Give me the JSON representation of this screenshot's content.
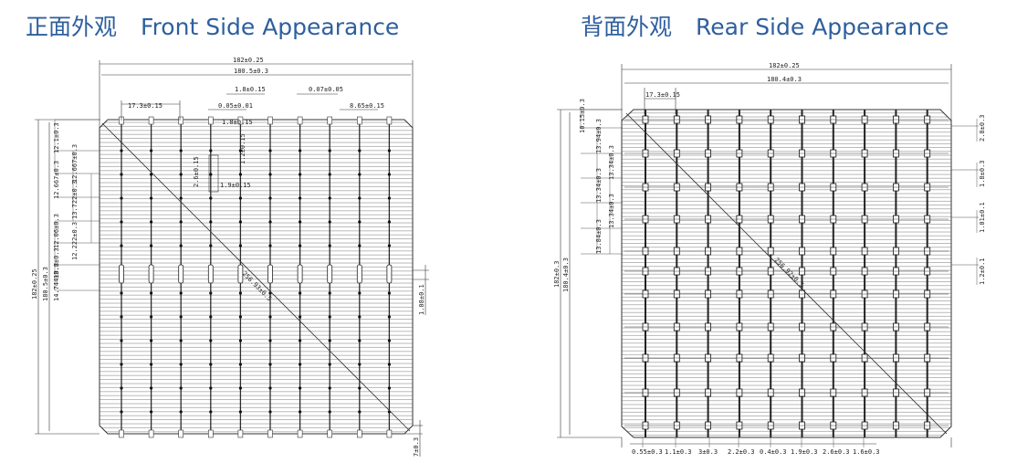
{
  "front": {
    "title_cn": "正面外观",
    "title_en": "Front Side Appearance",
    "dims": {
      "overall_width": "182±0.25",
      "inner_width": "180.5±0.3",
      "busbar_pitch": "17.3±0.15",
      "pad_width": "1.8±0.15",
      "pad_gap": "0.07±0.05",
      "pad_length": "8.65±0.15",
      "finger_gap": "0.05±0.01",
      "pad_small": "1.8±0.15",
      "pad_height": "2.6±0.15",
      "pad_small2": "1.9±0.15",
      "pad_side": "1.2±0.15",
      "row1": "12.1±0.3",
      "row2": "12.667±0.3",
      "row3": "12.667±0.3",
      "row4": "13.722±0.3",
      "row5": "12.06±0.3",
      "row6": "12.222±0.3",
      "row7": "13.8±0.3",
      "row8": "14.744±0.3",
      "overall_height": "182±0.25",
      "inner_height": "180.5±0.3",
      "edge_tab": "1.08±0.1",
      "chamfer": "7±0.3",
      "diagonal": "256.93±0.5"
    }
  },
  "rear": {
    "title_cn": "背面外观",
    "title_en": "Rear Side Appearance",
    "dims": {
      "overall_width": "182±0.25",
      "inner_width": "180.4±0.3",
      "busbar_pitch": "17.3±0.15",
      "row1": "10.15±0.3",
      "row2": "13.94±0.3",
      "row3": "13.34±0.3",
      "row4": "13.34±0.3",
      "row5": "13.34±0.3",
      "row6": "13.84±0.3",
      "overall_height": "182±0.3",
      "inner_height": "180.4±0.3",
      "right1": "2.8±0.3",
      "right2": "1.8±0.3",
      "right3": "1.01±0.1",
      "right4": "1.2±0.1",
      "bottom": [
        "0.55±0.3",
        "1.1±0.3",
        "3±0.3",
        "2.2±0.3",
        "0.4±0.3",
        "1.9±0.3",
        "2.6±0.3",
        "1.6±0.3"
      ],
      "diagonal": "256.92±0.5"
    }
  }
}
